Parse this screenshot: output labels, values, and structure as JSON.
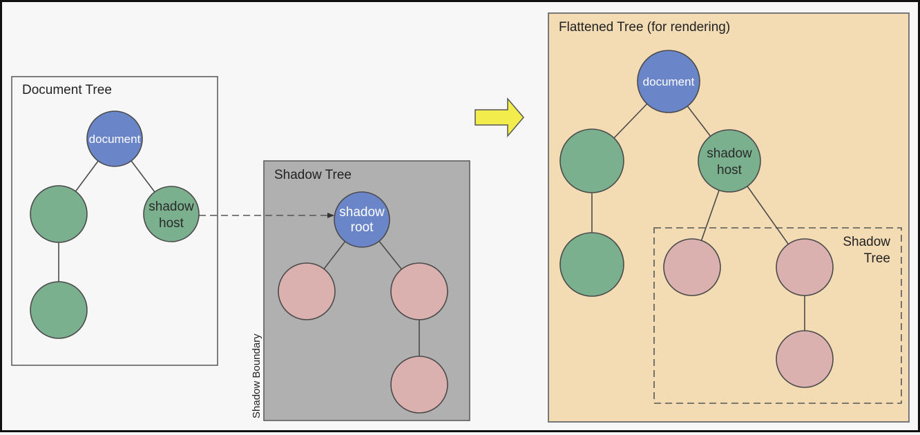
{
  "colors": {
    "background": "#f7f7f7",
    "frame": "#111111",
    "document_node": "#6a86c8",
    "light_dom_node": "#7bb08f",
    "shadow_node": "#dbb1b0",
    "shadow_panel": "#b0b0b0",
    "flattened_panel": "#f3dbb4",
    "arrow": "#f2ec4d",
    "stroke": "#4a4a4a"
  },
  "panels": {
    "document_tree": {
      "title": "Document Tree"
    },
    "shadow_tree": {
      "title": "Shadow Tree",
      "boundary_label": "Shadow Boundary"
    },
    "flattened_tree": {
      "title": "Flattened Tree (for rendering)",
      "inner_shadow_label": [
        "Shadow",
        "Tree"
      ]
    }
  },
  "nodes": {
    "document_tree": [
      {
        "id": "doc",
        "kind": "document",
        "label": [
          "document"
        ]
      },
      {
        "id": "left",
        "kind": "light",
        "label": []
      },
      {
        "id": "host",
        "kind": "light",
        "label": [
          "shadow",
          "host"
        ]
      },
      {
        "id": "leftchild",
        "kind": "light",
        "label": []
      }
    ],
    "shadow_tree": [
      {
        "id": "root",
        "kind": "document",
        "label": [
          "shadow",
          "root"
        ]
      },
      {
        "id": "s1",
        "kind": "shadow",
        "label": []
      },
      {
        "id": "s2",
        "kind": "shadow",
        "label": []
      },
      {
        "id": "s3",
        "kind": "shadow",
        "label": []
      }
    ],
    "flattened_tree": [
      {
        "id": "fdoc",
        "kind": "document",
        "label": [
          "document"
        ]
      },
      {
        "id": "fleft",
        "kind": "light",
        "label": []
      },
      {
        "id": "fhost",
        "kind": "light",
        "label": [
          "shadow",
          "host"
        ]
      },
      {
        "id": "fleftchild",
        "kind": "light",
        "label": []
      },
      {
        "id": "fs1",
        "kind": "shadow",
        "label": []
      },
      {
        "id": "fs2",
        "kind": "shadow",
        "label": []
      },
      {
        "id": "fs3",
        "kind": "shadow",
        "label": []
      }
    ]
  },
  "edges": {
    "document_tree": [
      [
        "doc",
        "left"
      ],
      [
        "doc",
        "host"
      ],
      [
        "left",
        "leftchild"
      ]
    ],
    "shadow_tree": [
      [
        "root",
        "s1"
      ],
      [
        "root",
        "s2"
      ],
      [
        "s2",
        "s3"
      ]
    ],
    "flattened_tree": [
      [
        "fdoc",
        "fleft"
      ],
      [
        "fdoc",
        "fhost"
      ],
      [
        "fleft",
        "fleftchild"
      ],
      [
        "fhost",
        "fs1"
      ],
      [
        "fhost",
        "fs2"
      ],
      [
        "fs2",
        "fs3"
      ]
    ]
  },
  "links": [
    {
      "from": "host",
      "to": "root",
      "style": "dashed-arrow"
    }
  ]
}
